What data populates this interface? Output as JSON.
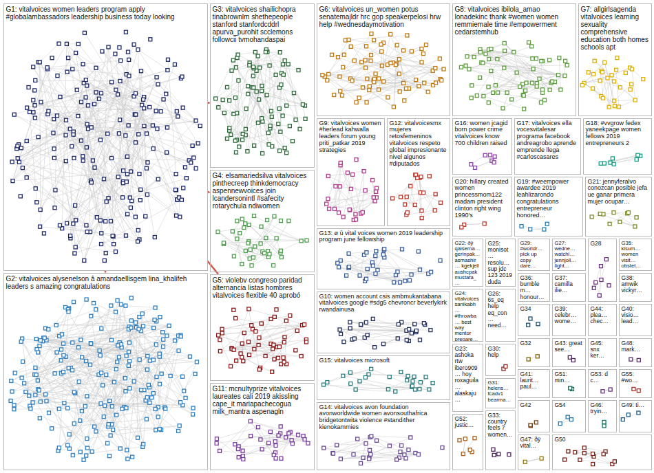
{
  "diagram": {
    "nodes": [
      {
        "text": [
          "G1: vitalvoices women leaders program apply #globalambassadors leadership business today looking"
        ]
      },
      {
        "text": [
          "G2: vitalvoices alysenelson â amandaellisgem lina_khalifeh leaders s amazing congratulations"
        ]
      },
      {
        "text": [
          "G3: vitalvoices shailichopra tinabrownlm shethepeople stanford stanfordcddrl apurva_purohit scclemons followcii tvmohandaspai"
        ]
      },
      {
        "text": [
          "G4: elsamariedsilva vitalvoices pinthecreep thinkdemocracy aspennewvoices join lcandersonintl #safecity rotarychula ndiwomen"
        ]
      },
      {
        "text": [
          "G5: violebv congreso paridad alternancia listas hombres vitalvoices flexible 40 aprobó"
        ]
      },
      {
        "text": [
          "G6: vitalvoices un_women potus senatemajldr hrc gop speakerpelosi hrw help #wednesdaymotivation"
        ]
      },
      {
        "text": [
          "G7: allgirlsagenda vitalvoices learning sexuality comprehensive education both homes schools apt"
        ]
      },
      {
        "text": [
          "G8: vitalvoices ibilola_amao lonadekinc thank #women women remmiemale time #empowerment cedarstemhub"
        ]
      },
      {
        "text": [
          "G9: vitalvoices women #herlead kahwalla leaders forum young priti_patkar 2019 strategies"
        ]
      },
      {
        "text": [
          "G10: women account csis ambmukantabana vitalvoices google #sdg5 chevroncr beverlykirk rwandainusa"
        ]
      },
      {
        "text": [
          "G11: mcnultyprize vitalvoices laureates cali 2019 akissling cape_it mariapachecogua milk_mantra aspenagln"
        ]
      },
      {
        "text": [
          "G12: vitalvoicesmx mujeres retosfemeninos vitalvoices respeto global impresionante nivel algunos #diputados"
        ]
      },
      {
        "text": [
          "G13: ø ù vital voices women 2019 leadership program june fellowship"
        ]
      },
      {
        "text": [
          "G14: vitalvoices avon foundation avonworldwide women avonsouthafrica bridgetontwita violence #stand4her kienokammies"
        ]
      },
      {
        "text": [
          "G15: vitalvoices microsoft"
        ]
      },
      {
        "text": [
          "G16: women jcagid born power crime vitalvoices know 700 children raised"
        ]
      },
      {
        "text": [
          "G17: vitalvoices ella vocesvitalesar programa facebook andreagrobo aprende emprende llega #carloscasares"
        ]
      },
      {
        "text": [
          "G18: #vvgrow fedex yaneekpage women fellows 2019 entrepreneurs 2"
        ]
      },
      {
        "text": [
          "G19: #weempower awardee 2019 leahlizarondo congratulations entrepreneur honored…"
        ]
      },
      {
        "text": [
          "G20: hillary created women princessmom122 madam president clinton right wing 1990's"
        ]
      },
      {
        "text": [
          "G21: jennyferalvo conozcan posible jefa ue ganar primera mujer ocupar…"
        ]
      },
      {
        "text": [
          "G22: ðÿ qaiserna… gerinpak… asmashir… kgekjell aushcpak mustafa_…"
        ]
      },
      {
        "text": [
          "G23: ashoka rtw ibero909… hoy roxaguila… alaskaju…"
        ]
      },
      {
        "text": [
          "G24: vitalvoices sanikabh… #throwba… best way mentor prepare…"
        ]
      },
      {
        "text": [
          "G25: monisot… resolu… sup jdc 123 2019 duda"
        ]
      },
      {
        "text": [
          "G26: 6s_eq help eq_con… need…"
        ]
      },
      {
        "text": [
          "G27: wedne… watchi… jennjoll… light…"
        ]
      },
      {
        "text": [
          "G28"
        ]
      },
      {
        "text": [
          "G29: #worldr… pick up copy dare…"
        ]
      },
      {
        "text": [
          "G30: help"
        ]
      },
      {
        "text": [
          "G31: helens… fcadv1 bearma…"
        ]
      },
      {
        "text": [
          "G32"
        ]
      },
      {
        "text": [
          "G33: country feels 7 women…"
        ]
      },
      {
        "text": [
          "G34"
        ]
      },
      {
        "text": [
          "G35: kisum… women visit… obstet…"
        ]
      },
      {
        "text": [
          "G36: bumble m… honour…"
        ]
      },
      {
        "text": [
          "G37: camilla ilie…"
        ]
      },
      {
        "text": [
          "G38: amwik vickyr…"
        ]
      },
      {
        "text": [
          "G39: celebr… wome…"
        ]
      },
      {
        "text": [
          "G40: visio… lead…"
        ]
      },
      {
        "text": [
          "G41: laurit… paul…"
        ]
      },
      {
        "text": [
          "G42"
        ]
      },
      {
        "text": [
          "G43: great see…"
        ]
      },
      {
        "text": [
          "G44: plea… chec…"
        ]
      },
      {
        "text": [
          "G45: snx ker…"
        ]
      },
      {
        "text": [
          "G46: tryin…"
        ]
      },
      {
        "text": [
          "G47: ðÿ vital…"
        ]
      },
      {
        "text": [
          "G48: mark…"
        ]
      },
      {
        "text": [
          "G49: ti…"
        ]
      },
      {
        "text": [
          "G50"
        ]
      },
      {
        "text": [
          "G51: min…"
        ]
      },
      {
        "text": [
          "G52: justic…"
        ]
      },
      {
        "text": [
          "G53: d c…"
        ]
      },
      {
        "text": [
          "G54"
        ]
      },
      {
        "text": [
          "G55: #wo…"
        ]
      }
    ],
    "edges": [
      {
        "from": 0,
        "to": 1,
        "arrow": "none"
      },
      {
        "from": 0,
        "to": 2,
        "arrow": "none"
      },
      {
        "from": 0,
        "to": 3,
        "arrow": "none"
      },
      {
        "from": 0,
        "to": 4,
        "arrow": "none"
      }
    ]
  }
}
